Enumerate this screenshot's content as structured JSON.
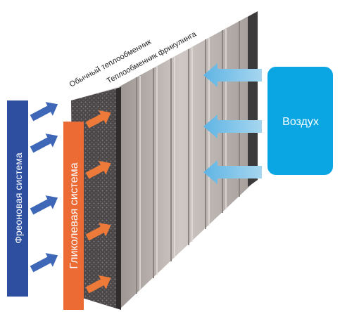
{
  "labels": {
    "freon_system": "Фреоновая система",
    "glycol_system": "Гликолевая система",
    "air": "Воздух",
    "regular_exchanger": "Обычный теплообменник",
    "freecooling_exchanger": "Теплообменник фрикулинга"
  },
  "colors": {
    "freon_bar": "#2e4fa0",
    "freon_arrow": "#3e67b8",
    "glycol_bar": "#ec6a34",
    "glycol_arrow": "#ee7a3a",
    "air_box": "#0aa6e3",
    "air_arrow": "#7ec4e8",
    "coil_front": "#4a4648",
    "fin_face": "#bdb6b2",
    "frame_top": "#d8d4d0"
  }
}
